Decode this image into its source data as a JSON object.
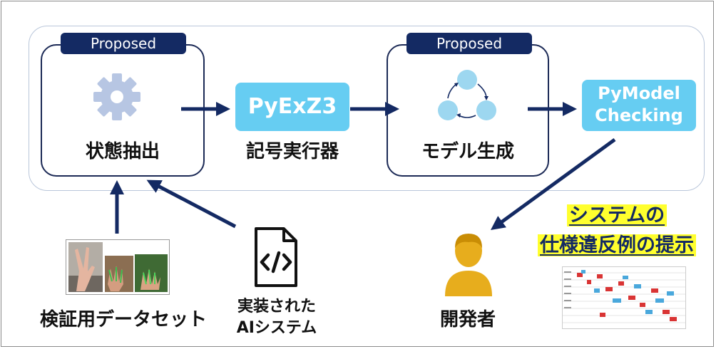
{
  "pipeline": {
    "state_extraction": {
      "tag": "Proposed",
      "label": "状態抽出",
      "icon": "gear-icon"
    },
    "symbolic_executor": {
      "box_text": "PyExZ3",
      "label": "記号実行器"
    },
    "model_generation": {
      "tag": "Proposed",
      "label": "モデル生成",
      "icon": "cycle-icon"
    },
    "model_checker": {
      "line1": "PyModel",
      "line2": "Checking"
    }
  },
  "inputs": {
    "dataset": {
      "label": "検証用データセット",
      "icon": "hand-gesture-photos"
    },
    "ai_system": {
      "line1": "実装された",
      "line2": "AIシステム",
      "icon": "code-file-icon"
    }
  },
  "output": {
    "developer": {
      "label": "開発者",
      "icon": "person-icon"
    },
    "counterexample_line1": "システムの",
    "counterexample_line2": "仕様違反例の提示",
    "trace_thumbnail": "counterexample-trace-chart"
  },
  "colors": {
    "navy": "#142a63",
    "cyan": "#66cdf2",
    "gear": "#b7c6e3",
    "cycle": "#9dd7f0",
    "person": "#e7ad1d",
    "highlight": "#ffff2e"
  }
}
